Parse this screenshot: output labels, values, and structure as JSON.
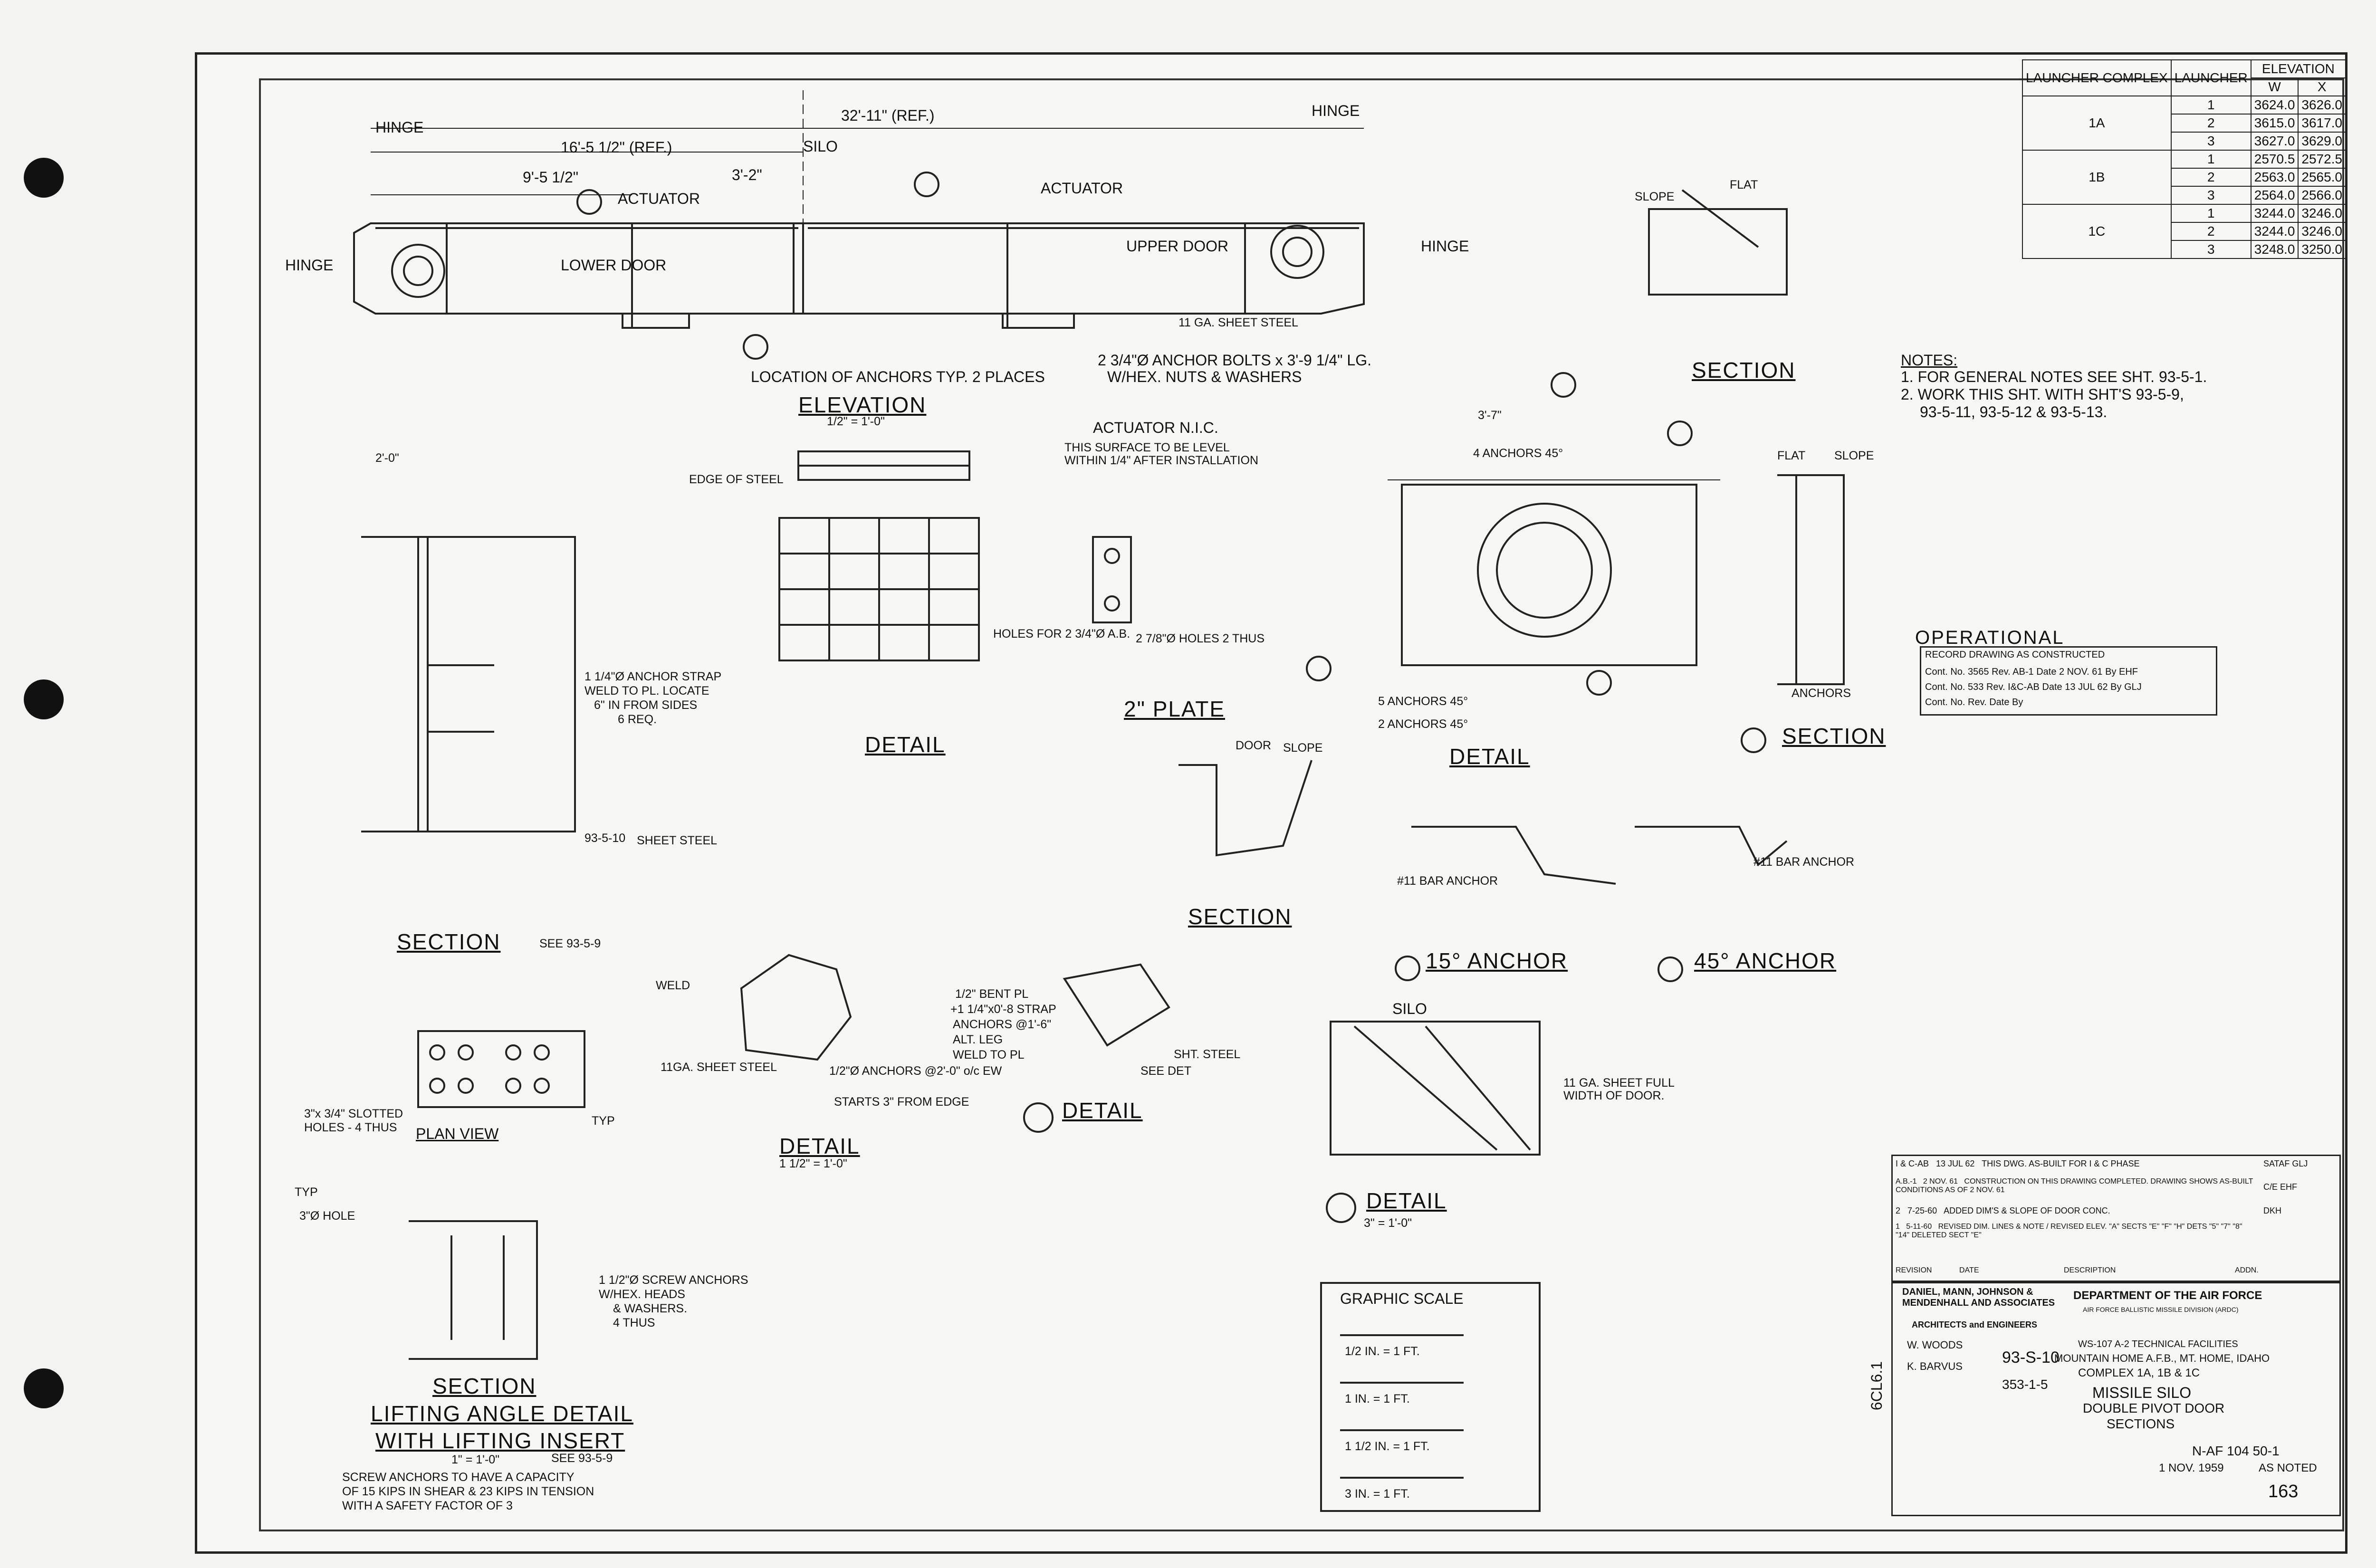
{
  "elevation_table": {
    "headers": {
      "complex": "LAUNCHER COMPLEX",
      "launcher": "LAUNCHER",
      "elevation": "ELEVATION",
      "w": "W",
      "x": "X"
    },
    "rows": [
      {
        "complex": "1A",
        "launcher": "1",
        "w": "3624.0",
        "x": "3626.0"
      },
      {
        "complex": "",
        "launcher": "2",
        "w": "3615.0",
        "x": "3617.0"
      },
      {
        "complex": "",
        "launcher": "3",
        "w": "3627.0",
        "x": "3629.0"
      },
      {
        "complex": "1B",
        "launcher": "1",
        "w": "2570.5",
        "x": "2572.5"
      },
      {
        "complex": "",
        "launcher": "2",
        "w": "2563.0",
        "x": "2565.0"
      },
      {
        "complex": "",
        "launcher": "3",
        "w": "2564.0",
        "x": "2566.0"
      },
      {
        "complex": "1C",
        "launcher": "1",
        "w": "3244.0",
        "x": "3246.0"
      },
      {
        "complex": "",
        "launcher": "2",
        "w": "3244.0",
        "x": "3246.0"
      },
      {
        "complex": "",
        "launcher": "3",
        "w": "3248.0",
        "x": "3250.0"
      }
    ]
  },
  "notes": {
    "title": "NOTES:",
    "line1": "1. FOR GENERAL NOTES SEE SHT. 93-5-1.",
    "line2": "2. WORK THIS SHT. WITH SHT'S 93-5-9,",
    "line3": "93-5-11, 93-5-12 & 93-5-13."
  },
  "operational": {
    "title": "OPERATIONAL",
    "record": "RECORD DRAWING AS CONSTRUCTED",
    "row1": "Cont. No. 3565  Rev. AB-1  Date 2 NOV. 61 By EHF",
    "row2": "Cont. No. 533  Rev. I&C-AB  Date 13 JUL 62 By GLJ",
    "row3": "Cont. No.  Rev.  Date  By"
  },
  "views": {
    "elevation": "ELEVATION",
    "elevation_scale": "1/2\" = 1'-0\"",
    "section_g": "SECTION",
    "section_h": "SECTION",
    "section_d": "SECTION",
    "section_f": "SECTION",
    "plan_view": "PLAN VIEW",
    "detail_5": "DETAIL",
    "plate_6": "2\" PLATE",
    "detail_7": "DETAIL",
    "detail_8": "DETAIL",
    "anchor_9": "15° ANCHOR",
    "anchor_10": "45° ANCHOR",
    "detail_11": "DETAIL",
    "detail_14": "DETAIL",
    "section_12a": "SECTION",
    "section_12b": "LIFTING ANGLE DETAIL",
    "section_12c": "WITH LIFTING INSERT",
    "scale_1": "1\" = 1'-0\"",
    "scale_1half": "1 1/2\" = 1'-0\"",
    "scale_3": "3\" = 1'-0\""
  },
  "labels": {
    "hinge": "HINGE",
    "silo": "SILO",
    "lower_door": "LOWER DOOR",
    "upper_door": "UPPER DOOR",
    "actuator": "ACTUATOR",
    "actuator_nic": "ACTUATOR N.I.C.",
    "location_anchors": "LOCATION OF ANCHORS TYP. 2 PLACES",
    "anchor_bolts": "2 3/4\"Ø ANCHOR BOLTS x 3'-9 1/4\" LG.",
    "anchor_bolts2": "W/HEX. NUTS & WASHERS",
    "sheet_steel_11": "11 GA. SHEET STEEL",
    "surface_level": "THIS SURFACE TO BE LEVEL",
    "surface_level2": "WITHIN 1/4\" AFTER INSTALLATION",
    "edge_steel": "EDGE OF STEEL",
    "holes_for": "HOLES FOR 2 3/4\"Ø A.B.",
    "holes_2": "2 7/8\"Ø HOLES 2 THUS",
    "anchor_strap": "1 1/4\"Ø ANCHOR STRAP",
    "anchor_strap2": "WELD TO PL. LOCATE",
    "anchor_strap3": "6\" IN FROM SIDES",
    "anchor_strap4": "6 REQ.",
    "sheet_steel": "SHEET STEEL",
    "slope": "SLOPE",
    "flat": "FLAT",
    "door": "DOOR",
    "anchors_45": "4 ANCHORS 45°",
    "anchors_5_45": "5 ANCHORS 45°",
    "anchors_2_45": "2 ANCHORS 45°",
    "anchors": "ANCHORS",
    "bar_anchor": "#11 BAR ANCHOR",
    "weld": "WELD",
    "sheet_steel_11b": "11GA. SHEET STEEL",
    "anchors_ew": "1/2\"Ø ANCHORS @2'-0\" o/c EW",
    "anchors_ew2": "STARTS 3\" FROM EDGE",
    "bent_pl": "1/2\" BENT PL",
    "strap": "+1 1/4\"x0'-8 STRAP",
    "strap2": "ANCHORS @1'-6\"",
    "strap3": "ALT. LEG",
    "strap4": "WELD TO PL",
    "sht_steel": "SHT. STEEL",
    "see_det": "SEE DET",
    "sheet_full": "11 GA. SHEET FULL",
    "sheet_full2": "WIDTH OF DOOR.",
    "slotted_holes": "3\"x 3/4\" SLOTTED HOLES - 4 THUS",
    "hole_3": "3\"Ø HOLE",
    "screw_anchors": "1 1/2\"Ø SCREW ANCHORS",
    "screw_anchors2": "W/HEX. HEADS",
    "screw_anchors3": "& WASHERS.",
    "screw_anchors4": "4 THUS",
    "screw_note1": "SCREW ANCHORS TO HAVE A CAPACITY",
    "screw_note2": "OF 15 KIPS IN SHEAR & 23 KIPS IN TENSION",
    "screw_note3": "WITH A SAFETY FACTOR OF 3",
    "see_935_9": "SEE 93-5-9",
    "see_935_10": "93-5-10",
    "ref_32_11": "32'-11\" (REF.)",
    "ref_16": "16'-5 1/2\" (REF.)",
    "dim_9_5": "9'-5 1/2\"",
    "dim_3_2": "3'-2\"",
    "dim_2_0": "2'-0\"",
    "dim_3_7": "3'-7\"",
    "typ": "TYP"
  },
  "revisions": {
    "rows": [
      {
        "rev": "I & C-AB",
        "date": "13 JUL 62",
        "desc": "THIS DWG. AS-BUILT FOR I & C PHASE",
        "by": "SATAF",
        "chk": "GLJ"
      },
      {
        "rev": "A.B.-1",
        "date": "2 NOV. 61",
        "desc": "CONSTRUCTION ON THIS DRAWING COMPLETED. DRAWING SHOWS AS-BUILT CONDITIONS AS OF 2 NOV. 61",
        "by": "C/E",
        "chk": "EHF"
      },
      {
        "rev": "2",
        "date": "7-25-60",
        "desc": "ADDED DIM'S & SLOPE OF DOOR CONC.",
        "by": "DKH",
        "chk": ""
      },
      {
        "rev": "1",
        "date": "5-11-60",
        "desc": "REVISED DIM. LINES & NOTE / REVISED ELEV. \"A\" SECTS \"E\" \"F\" \"H\" DETS \"5\" \"7\" \"8\" \"14\" DELETED SECT \"E\"",
        "by": "",
        "chk": ""
      }
    ],
    "head_rev": "REVISION",
    "head_date": "DATE",
    "head_desc": "DESCRIPTION",
    "head_addn": "ADDN."
  },
  "title_block": {
    "firm": "DANIEL, MANN, JOHNSON & MENDENHALL AND ASSOCIATES",
    "firm2": "ARCHITECTS and ENGINEERS",
    "agency": "DEPARTMENT OF THE AIR FORCE",
    "agency2": "AIR FORCE BALLISTIC MISSILE DIVISION (ARDC)",
    "project": "WS-107 A-2 TECHNICAL FACILITIES",
    "project2": "MOUNTAIN HOME A.F.B., MT. HOME, IDAHO",
    "project3": "COMPLEX 1A, 1B & 1C",
    "title1": "MISSILE SILO",
    "title2": "DOUBLE PIVOT DOOR",
    "title3": "SECTIONS",
    "sheet_no": "93-S-10",
    "sheet_sub": "353-1-5",
    "drawing_no": "N-AF 104 50-1",
    "date": "1 NOV. 1959",
    "scale": "AS NOTED",
    "page": "163",
    "drawn": "W. WOODS",
    "checked": "K. BARVUS",
    "vertical": "6CL6.1"
  },
  "graphic_scale": {
    "title": "GRAPHIC SCALE",
    "s1": "1/2 IN. = 1 FT.",
    "s2": "1 IN. = 1 FT.",
    "s3": "1 1/2 IN. = 1 FT.",
    "s4": "3 IN. = 1 FT."
  }
}
